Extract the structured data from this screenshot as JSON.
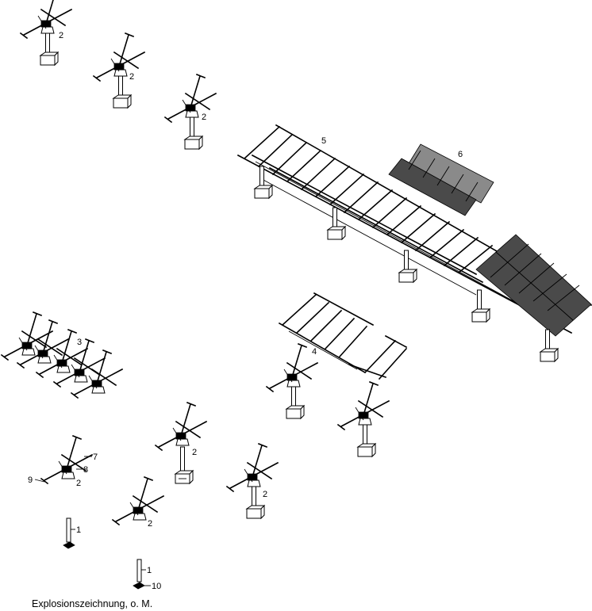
{
  "caption": "Explosionszeichnung, o. M.",
  "labels": {
    "l1a": "1",
    "l1b": "1",
    "l2a": "2",
    "l2b": "2",
    "l2c": "2",
    "l2d": "2",
    "l2e": "2",
    "l2f": "2",
    "l2g": "2",
    "l3": "3",
    "l4": "4",
    "l5": "5",
    "l6": "6",
    "l7": "7",
    "l8": "8",
    "l9": "9",
    "l10": "10"
  }
}
